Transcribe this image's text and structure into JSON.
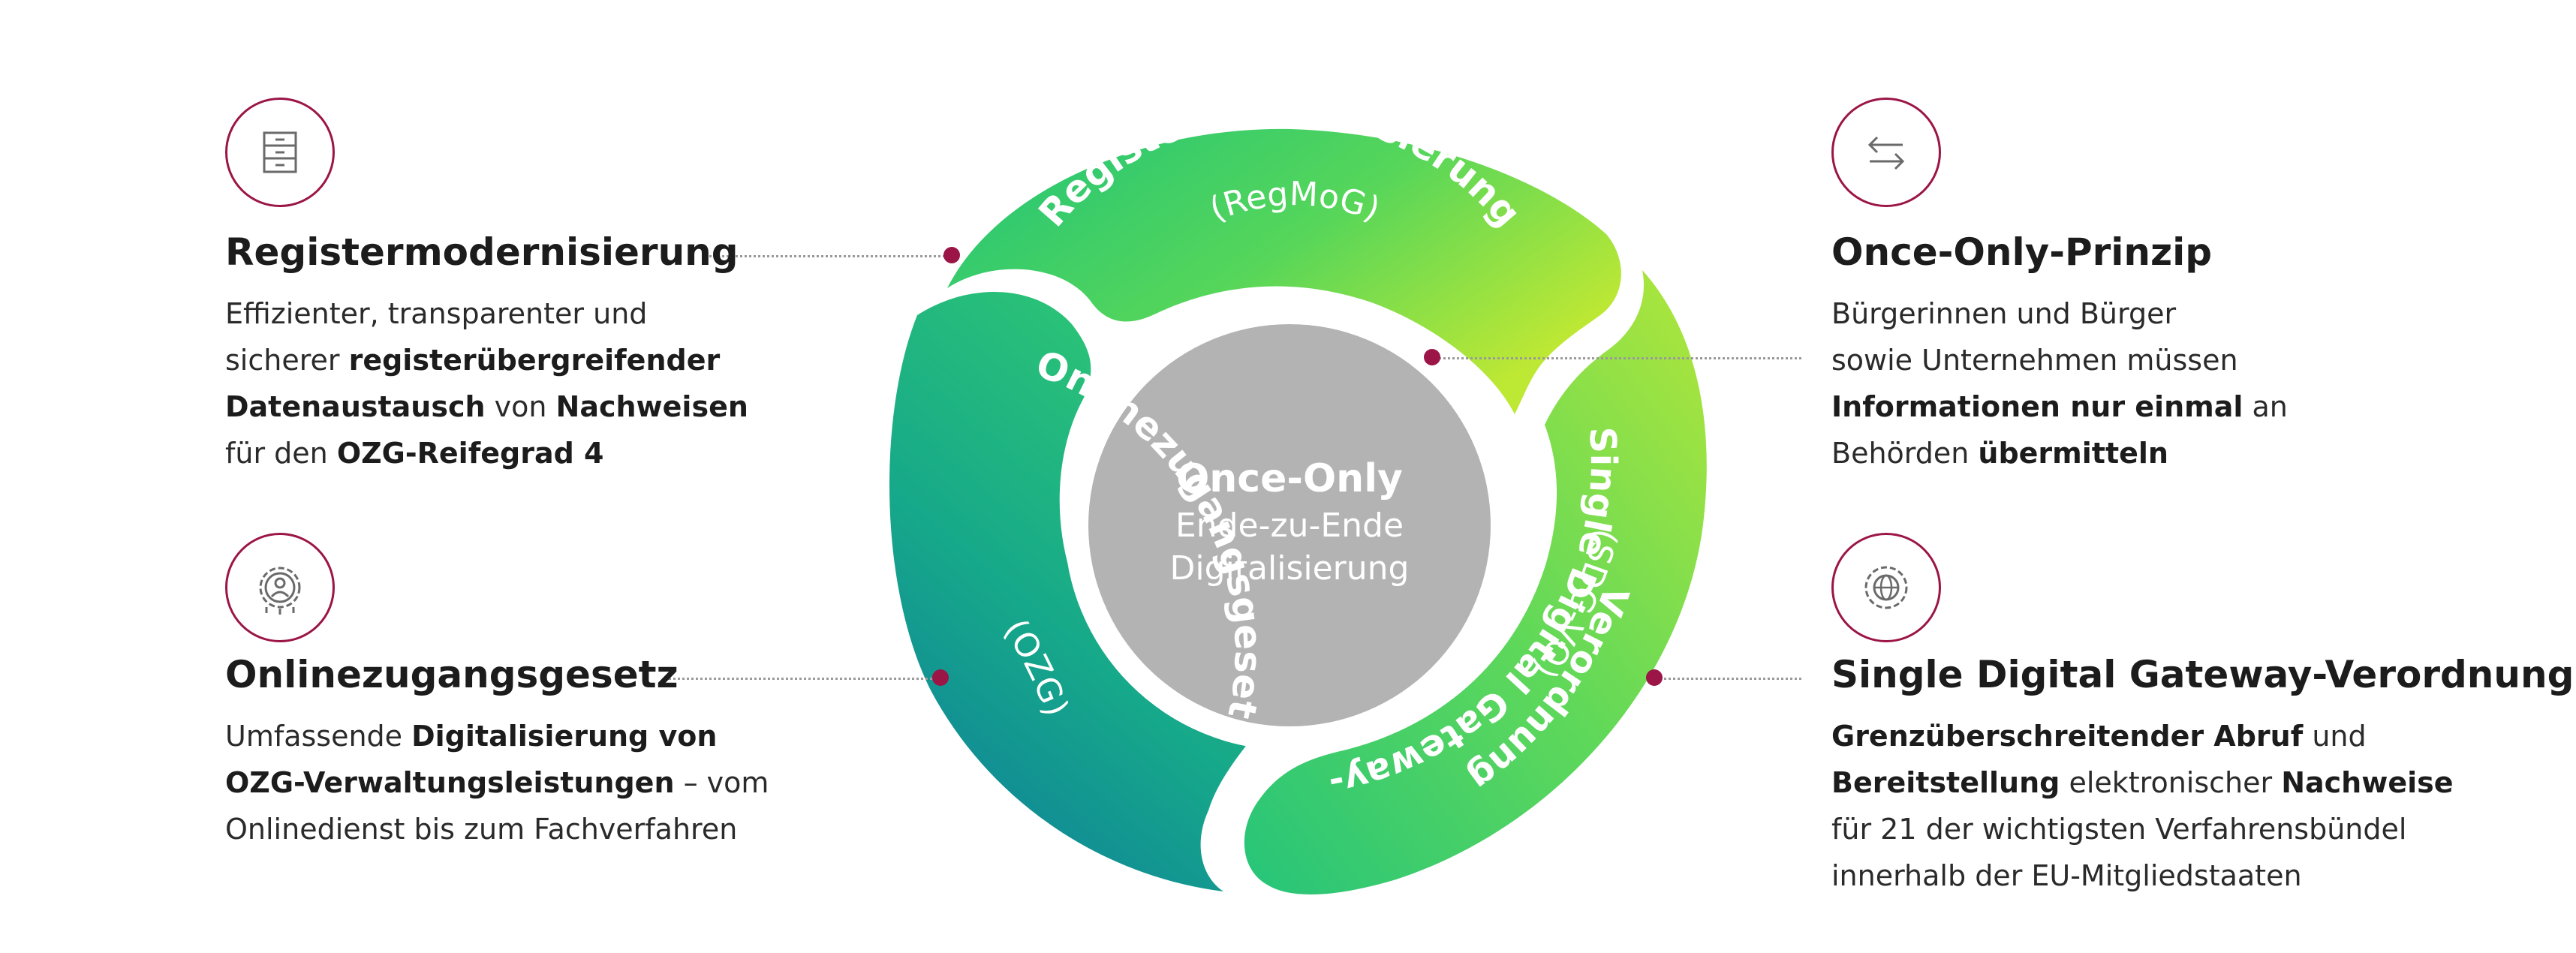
{
  "center": {
    "title": "Once-Only",
    "line1": "Ende-zu-Ende",
    "line2": "Digitalisierung"
  },
  "segments": {
    "regmog": {
      "label": "Registermodernisierung",
      "abbr": "(RegMoG)"
    },
    "ozg": {
      "label": "Onlinezugangsgesetz",
      "abbr": "(OZG)"
    },
    "sdg": {
      "line1": "Single Digital Gateway-",
      "line2": "Verordnung",
      "abbr": "(SDG-VO)"
    }
  },
  "blocks": {
    "register": {
      "title": "Registermodernisierung",
      "l1": "Effizienter, transparenter und",
      "l2a": "sicherer ",
      "l2b": "registerübergreifender",
      "l3a": "Datenaustausch",
      "l3b": " von ",
      "l3c": "Nachweisen",
      "l4a": "für den ",
      "l4b": "OZG-Reifegrad 4"
    },
    "ozg": {
      "title": "Onlinezugangsgesetz",
      "l1a": "Umfassende ",
      "l1b": "Digitalisierung von",
      "l2a": "OZG-Verwaltungsleistungen",
      "l2b": " – vom",
      "l3": "Onlinedienst bis zum Fachverfahren"
    },
    "onceonly": {
      "title": "Once-Only-Prinzip",
      "l1": "Bürgerinnen und Bürger",
      "l2": "sowie Unternehmen müssen",
      "l3a": "Informationen nur einmal",
      "l3b": " an",
      "l4a": "Behörden ",
      "l4b": "übermitteln"
    },
    "sdg": {
      "title": "Single Digital Gateway-Verordnung",
      "l1a": "Grenzüberschreitender Abruf",
      "l1b": " und",
      "l2a": "Bereitstellung",
      "l2b": " elektronischer ",
      "l2c": "Nachweise",
      "l3": "für 21 der wichtigsten Verfahrensbündel",
      "l4": "innerhalb der EU-Mitgliedstaaten"
    }
  },
  "icons": {
    "register": "filing-cabinet-icon",
    "ozg": "gear-person-icon",
    "onceonly": "exchange-arrows-icon",
    "sdg": "gear-globe-icon"
  },
  "colors": {
    "accent": "#9b1546",
    "green_dark": "#0f8a6e",
    "green_mid": "#3ccf6a",
    "green_light": "#b5e834",
    "center_grey": "#b3b3b3"
  }
}
